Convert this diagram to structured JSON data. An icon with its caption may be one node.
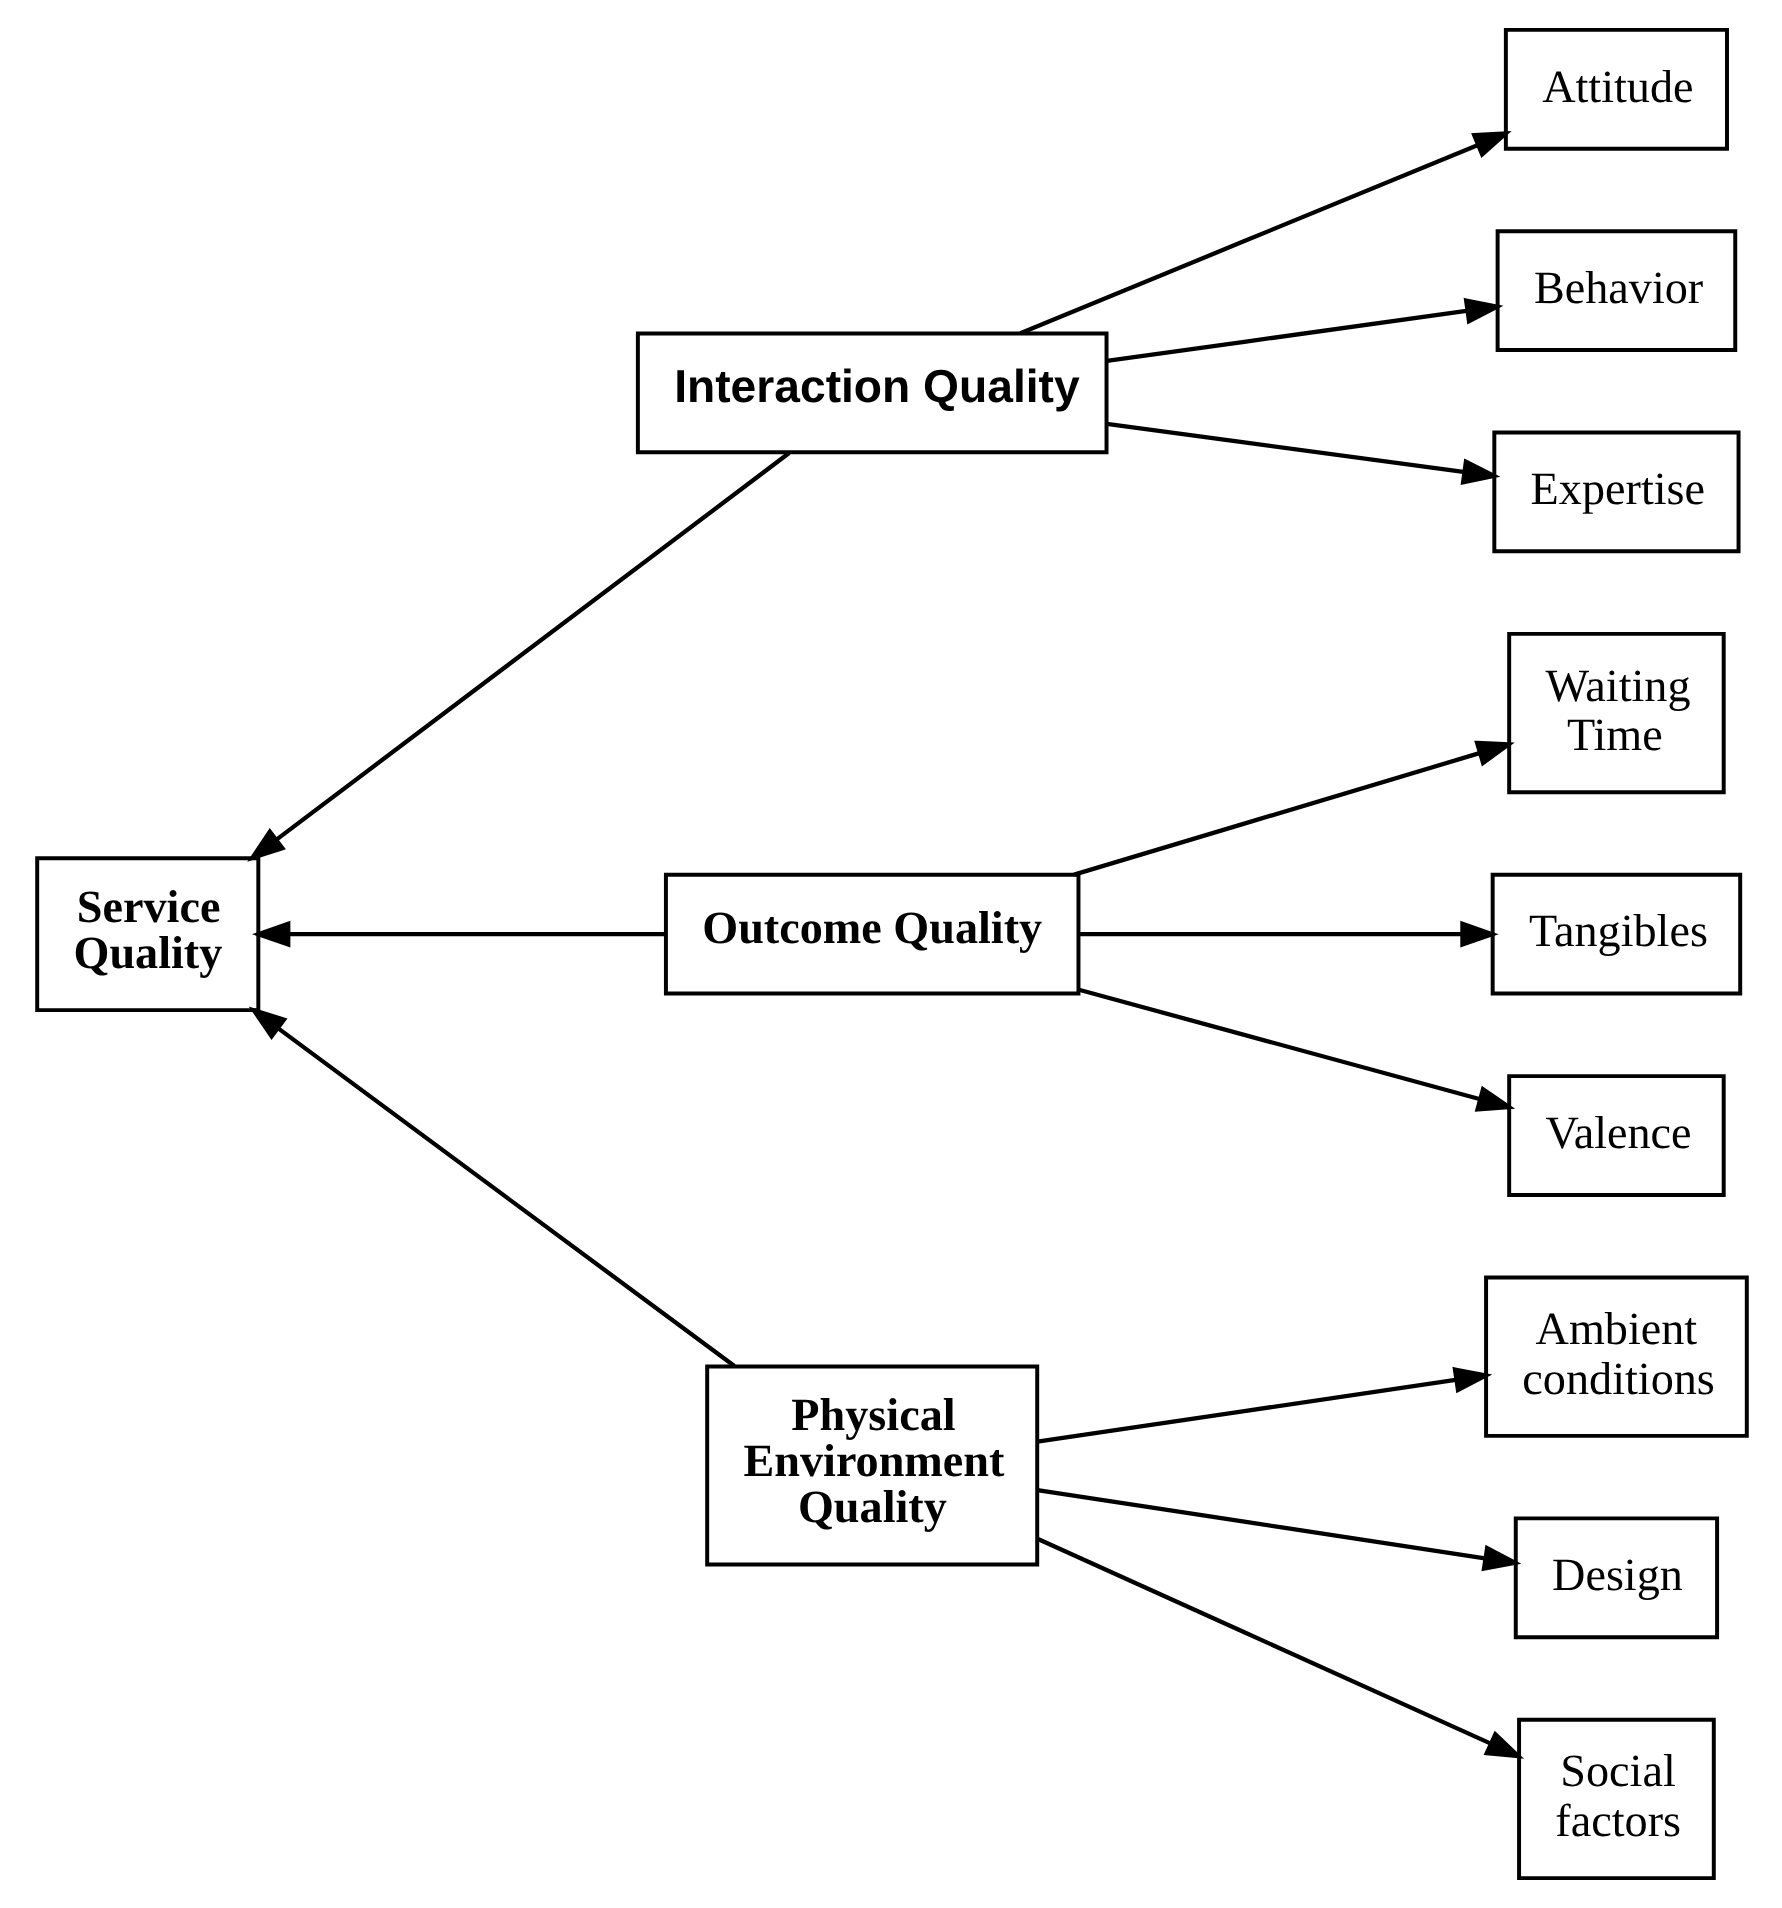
{
  "diagram": {
    "nodes": [
      {
        "text": [
          "Service Quality"
        ]
      },
      {
        "text": [
          "Interaction Quality"
        ]
      },
      {
        "text": [
          "Outcome Quality"
        ]
      },
      {
        "text": [
          "Physical Environment Quality"
        ]
      },
      {
        "text": [
          "Attitude"
        ]
      },
      {
        "text": [
          "Behavior"
        ]
      },
      {
        "text": [
          "Expertise"
        ]
      },
      {
        "text": [
          "Waiting Time"
        ]
      },
      {
        "text": [
          "Tangibles"
        ]
      },
      {
        "text": [
          "Valence"
        ]
      },
      {
        "text": [
          "Ambient conditions"
        ]
      },
      {
        "text": [
          "Design"
        ]
      },
      {
        "text": [
          "Social factors"
        ]
      }
    ],
    "edges": [
      {
        "from": 1,
        "to": 0,
        "arrow": "to"
      },
      {
        "from": 2,
        "to": 0,
        "arrow": "to"
      },
      {
        "from": 3,
        "to": 0,
        "arrow": "to"
      },
      {
        "from": 1,
        "to": 4,
        "arrow": "to"
      },
      {
        "from": 1,
        "to": 5,
        "arrow": "to"
      },
      {
        "from": 1,
        "to": 6,
        "arrow": "to"
      },
      {
        "from": 2,
        "to": 7,
        "arrow": "to"
      },
      {
        "from": 2,
        "to": 8,
        "arrow": "to"
      },
      {
        "from": 2,
        "to": 9,
        "arrow": "to"
      },
      {
        "from": 3,
        "to": 10,
        "arrow": "to"
      },
      {
        "from": 3,
        "to": 11,
        "arrow": "to"
      },
      {
        "from": 3,
        "to": 12,
        "arrow": "to"
      }
    ]
  }
}
